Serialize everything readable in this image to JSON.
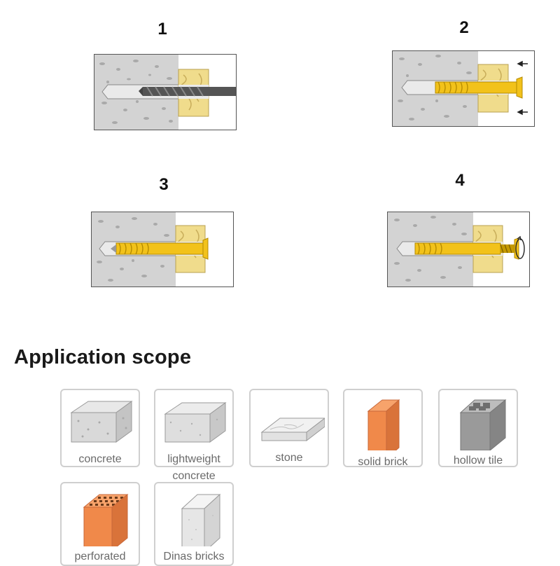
{
  "steps": [
    {
      "number": "1"
    },
    {
      "number": "2"
    },
    {
      "number": "3"
    },
    {
      "number": "4"
    }
  ],
  "application": {
    "title": "Application scope",
    "materials": [
      {
        "label": "concrete",
        "label2": "",
        "icon": "concrete-block-icon"
      },
      {
        "label": "lightweight",
        "label2": "concrete",
        "icon": "lightweight-concrete-block-icon"
      },
      {
        "label": "stone",
        "label2": "",
        "icon": "stone-slab-icon"
      },
      {
        "label": "solid brick",
        "label2": "",
        "icon": "solid-brick-icon"
      },
      {
        "label": "hollow tile",
        "label2": "",
        "icon": "hollow-tile-icon"
      },
      {
        "label": "perforated",
        "label2": "",
        "icon": "perforated-brick-icon"
      },
      {
        "label": "Dinas bricks",
        "label2": "",
        "icon": "dinas-brick-icon"
      }
    ]
  },
  "colors": {
    "concrete": "#d3d3d3",
    "wood": "#f0dc8c",
    "anchor": "#f2c21a",
    "drill": "#555555",
    "brick": "#f0894a"
  }
}
